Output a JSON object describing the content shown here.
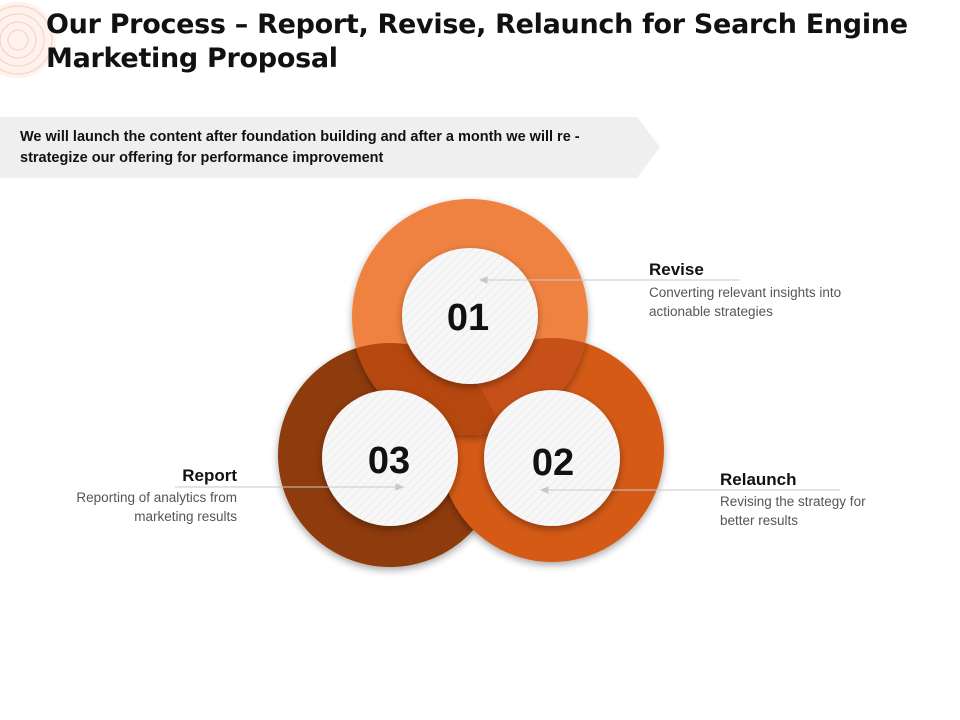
{
  "title": "Our Process – Report, Revise, Relaunch for Search Engine Marketing Proposal",
  "banner": "We will launch the content after foundation building and after a month we will re - strategize  our offering for performance improvement",
  "colors": {
    "revise": "#ef8240",
    "relaunch": "#d45a16",
    "report": "#8e3a0c",
    "overlap": "#c75018",
    "banner_bg": "#efefef",
    "inner": "#f6f6f6"
  },
  "steps": [
    {
      "number": "01",
      "label": "Revise",
      "desc1": "Converting relevant insights into",
      "desc2": "actionable strategies"
    },
    {
      "number": "02",
      "label": "Relaunch",
      "desc1": "Revising the strategy for",
      "desc2": "better results"
    },
    {
      "number": "03",
      "label": "Report",
      "desc1": "Reporting of analytics from",
      "desc2": "marketing results"
    }
  ]
}
